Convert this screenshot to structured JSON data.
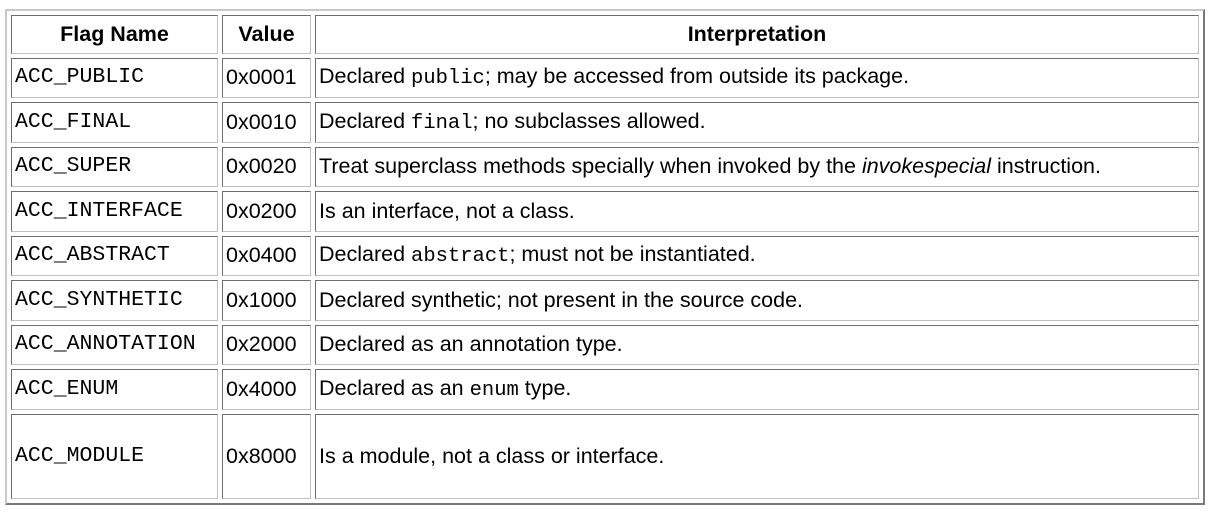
{
  "table": {
    "headers": [
      "Flag Name",
      "Value",
      "Interpretation"
    ],
    "rows": [
      {
        "flag": "ACC_PUBLIC",
        "value": "0x0001",
        "interp": [
          "Declared ",
          "public",
          "; may be accessed from outside its package."
        ]
      },
      {
        "flag": "ACC_FINAL",
        "value": "0x0010",
        "interp": [
          "Declared ",
          "final",
          "; no subclasses allowed."
        ]
      },
      {
        "flag": "ACC_SUPER",
        "value": "0x0020",
        "interp": [
          "Treat superclass methods specially when invoked by the ",
          "invokespecial",
          " instruction."
        ]
      },
      {
        "flag": "ACC_INTERFACE",
        "value": "0x0200",
        "interp": [
          "Is an interface, not a class."
        ]
      },
      {
        "flag": "ACC_ABSTRACT",
        "value": "0x0400",
        "interp": [
          "Declared ",
          "abstract",
          "; must not be instantiated."
        ]
      },
      {
        "flag": "ACC_SYNTHETIC",
        "value": "0x1000",
        "interp": [
          "Declared synthetic; not present in the source code."
        ]
      },
      {
        "flag": "ACC_ANNOTATION",
        "value": "0x2000",
        "interp": [
          "Declared as an annotation type."
        ]
      },
      {
        "flag": "ACC_ENUM",
        "value": "0x4000",
        "interp": [
          "Declared as an ",
          "enum",
          " type."
        ]
      },
      {
        "flag": "ACC_MODULE",
        "value": "0x8000",
        "interp": [
          "Is a module, not a class or interface."
        ]
      }
    ]
  }
}
